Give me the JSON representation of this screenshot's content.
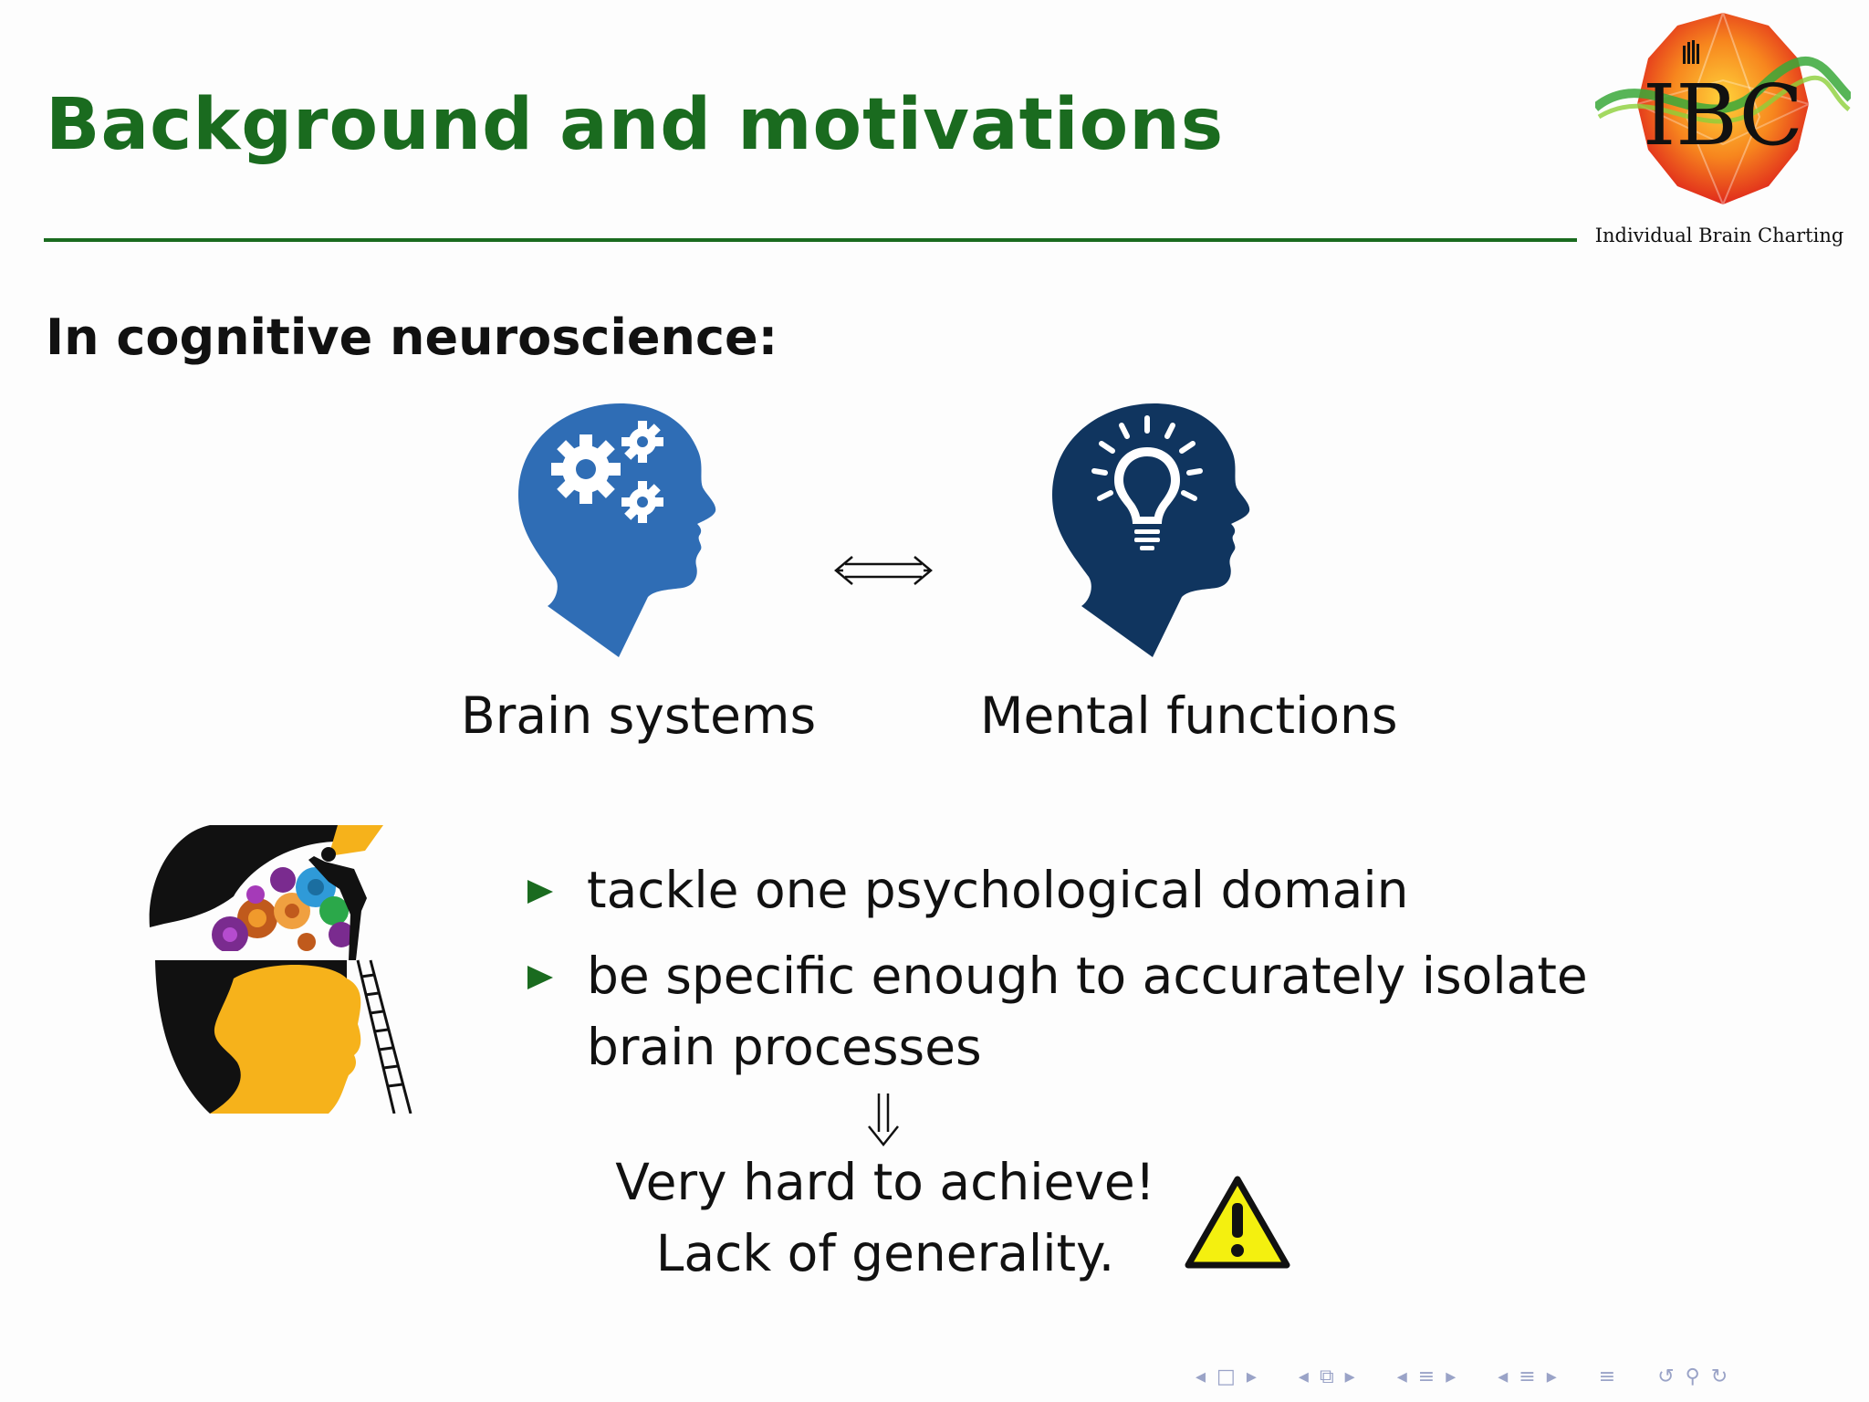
{
  "slide": {
    "title": "Background and motivations",
    "logo_text": "IBC",
    "logo_caption": "Individual Brain Charting",
    "section_heading": "In cognitive neuroscience:",
    "left_caption": "Brain systems",
    "right_caption": "Mental functions",
    "bullets": [
      "tackle one psychological domain",
      "be specific enough to accurately isolate brain processes"
    ],
    "conclusion_line1": "Very hard to achieve!",
    "conclusion_line2": "Lack of generality."
  },
  "colors": {
    "title_green": "#1a6b1f",
    "head_left_blue": "#2f6db5",
    "head_right_navy": "#10355f",
    "warning_yellow": "#f4f00f",
    "nav_grey": "#9aa3c7"
  },
  "nav": {
    "icons": [
      "nav-frame-left-icon",
      "nav-frame-icon",
      "nav-frame-right-icon",
      "nav-subsection-left-icon",
      "nav-subsection-icon",
      "nav-subsection-right-icon",
      "nav-section-left-icon",
      "nav-section-icon",
      "nav-section-right-icon",
      "nav-document-left-icon",
      "nav-document-icon",
      "nav-document-right-icon",
      "nav-toc-icon",
      "nav-back-icon",
      "nav-search-icon",
      "nav-forward-icon"
    ]
  }
}
